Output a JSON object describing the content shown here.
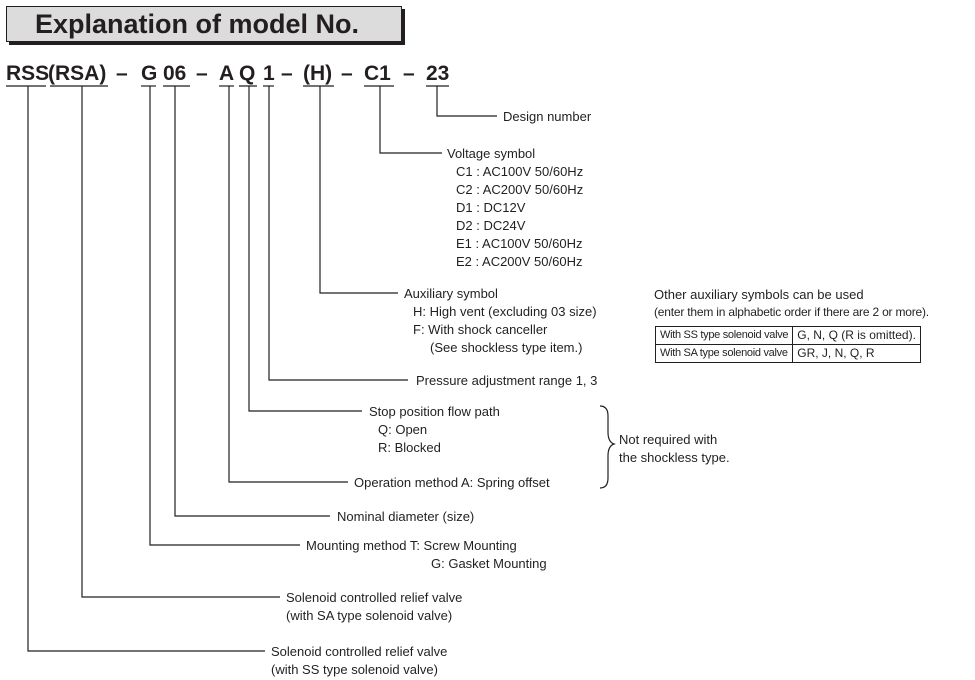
{
  "title": "Explanation of model No.",
  "model_code": {
    "segments": [
      "RSS",
      "(RSA)",
      "–",
      "G",
      "06",
      "–",
      "A",
      "Q",
      "1",
      "–",
      "(H)",
      "–",
      "C1",
      "–",
      "23"
    ]
  },
  "callouts": {
    "design_number": "Design number",
    "voltage": {
      "label": "Voltage symbol",
      "items": [
        "C1 : AC100V 50/60Hz",
        "C2 : AC200V 50/60Hz",
        "D1 : DC12V",
        "D2 : DC24V",
        "E1 : AC100V 50/60Hz",
        "E2 : AC200V 50/60Hz"
      ]
    },
    "auxiliary": {
      "label": "Auxiliary symbol",
      "items": [
        "H: High vent (excluding 03 size)",
        "F: With shock canceller",
        "(See shockless type item.)"
      ]
    },
    "pressure": "Pressure adjustment range 1, 3",
    "stop_position": {
      "label": "Stop position flow path",
      "items": [
        "Q: Open",
        "R: Blocked"
      ]
    },
    "operation": "Operation method   A: Spring offset",
    "not_required": [
      "Not required with",
      "the shockless type."
    ],
    "nominal": "Nominal diameter (size)",
    "mounting": {
      "label": "Mounting method   T: Screw Mounting",
      "items": [
        "G: Gasket Mounting"
      ]
    },
    "sa_valve": [
      "Solenoid controlled relief valve",
      "(with SA type solenoid valve)"
    ],
    "ss_valve": [
      "Solenoid controlled relief valve",
      "(with SS type solenoid valve)"
    ]
  },
  "other_aux": {
    "lines": [
      "Other auxiliary symbols can be used",
      "(enter them in alphabetic order if there are 2 or more)."
    ],
    "rows": [
      {
        "type": "With SS type solenoid valve",
        "symbols": "G, N, Q (R is omitted)."
      },
      {
        "type": "With SA type solenoid valve",
        "symbols": "GR, J, N, Q, R"
      }
    ]
  }
}
